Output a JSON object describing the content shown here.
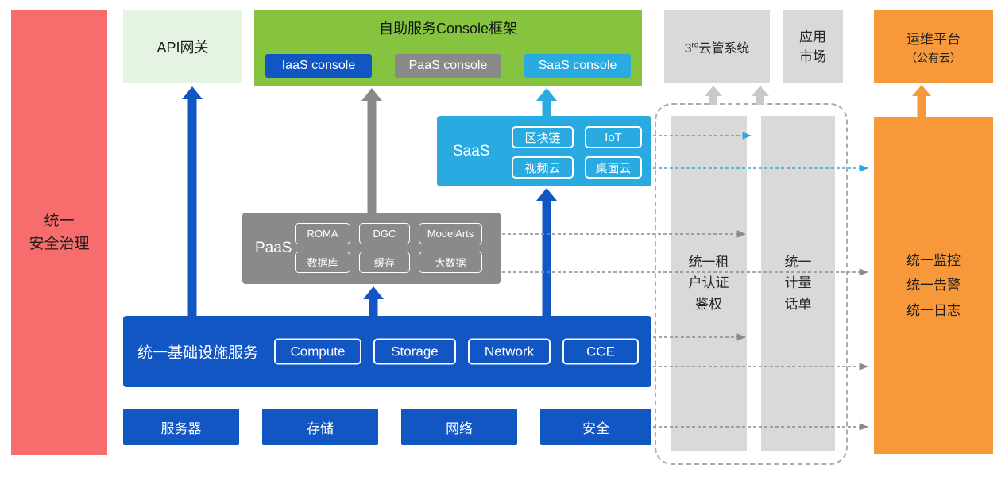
{
  "colors": {
    "red": "#F76C6C",
    "light_green": "#E5F3E2",
    "green": "#86C440",
    "blue": "#1256C4",
    "gray_dark": "#8A8A8A",
    "gray_light": "#D9D9D9",
    "cyan": "#29ABE2",
    "orange": "#F7993B"
  },
  "left_bar": {
    "label": "统一\n安全治理"
  },
  "api_gateway": {
    "label": "API网关"
  },
  "console_framework": {
    "title": "自助服务Console框架",
    "consoles": [
      {
        "label": "IaaS console"
      },
      {
        "label": "PaaS console"
      },
      {
        "label": "SaaS console"
      }
    ]
  },
  "third_party_cloud": {
    "base": "3",
    "sup": "rd",
    "rest": "云管系统"
  },
  "app_market": {
    "label": "应用\n市场"
  },
  "ops_platform": {
    "line1": "运维平台",
    "line2": "（公有云）"
  },
  "saas": {
    "label": "SaaS",
    "items": [
      "区块链",
      "IoT",
      "视频云",
      "桌面云"
    ]
  },
  "paas": {
    "label": "PaaS",
    "items": [
      "ROMA",
      "DGC",
      "ModelArts",
      "数据库",
      "缓存",
      "大数据"
    ]
  },
  "infra": {
    "label": "统一基础设施服务",
    "items": [
      "Compute",
      "Storage",
      "Network",
      "CCE"
    ]
  },
  "hardware": {
    "items": [
      "服务器",
      "存储",
      "网络",
      "安全"
    ]
  },
  "auth_bar": {
    "label": "统一租\n户认证\n鉴权"
  },
  "metering_bar": {
    "label": "统一\n计量\n话单"
  },
  "monitoring_bar": {
    "label": "统一监控\n统一告警\n统一日志"
  }
}
